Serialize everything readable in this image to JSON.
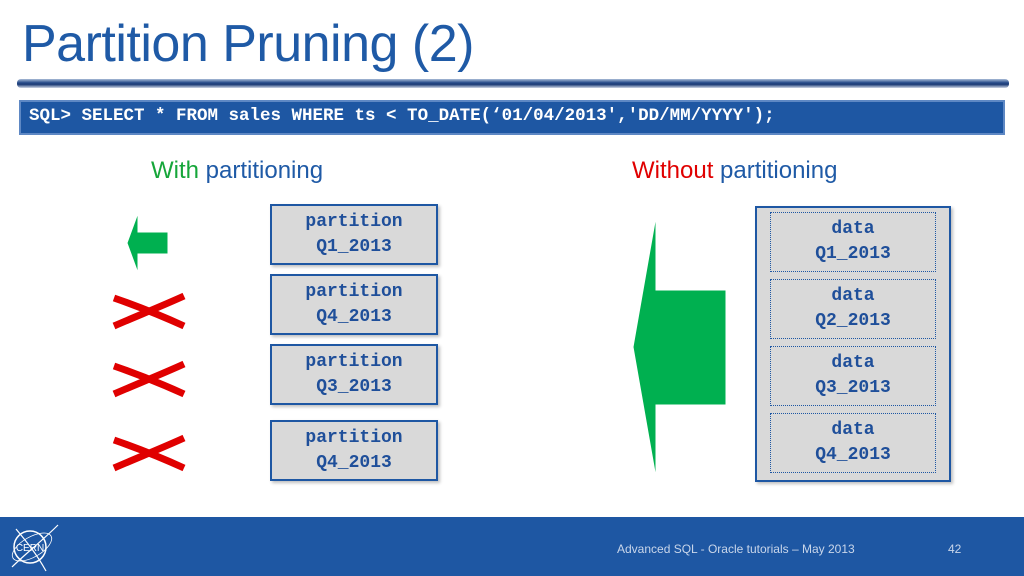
{
  "slide": {
    "title": "Partition Pruning (2)",
    "sql": "SQL> SELECT * FROM sales WHERE ts < TO_DATE(‘01/04/2013','DD/MM/YYYY');"
  },
  "left": {
    "heading_highlight": "With",
    "heading_rest": " partitioning",
    "partitions": [
      {
        "line1": "partition",
        "line2": "Q1_2013"
      },
      {
        "line1": "partition",
        "line2": "Q4_2013"
      },
      {
        "line1": "partition",
        "line2": "Q3_2013"
      },
      {
        "line1": "partition",
        "line2": "Q4_2013"
      }
    ]
  },
  "right": {
    "heading_highlight": "Without",
    "heading_rest": " partitioning",
    "data_blocks": [
      {
        "line1": "data",
        "line2": "Q1_2013"
      },
      {
        "line1": "data",
        "line2": "Q2_2013"
      },
      {
        "line1": "data",
        "line2": "Q3_2013"
      },
      {
        "line1": "data",
        "line2": "Q4_2013"
      }
    ]
  },
  "footer": {
    "logo_text": "CERN",
    "text": "Advanced SQL - Oracle tutorials – May 2013",
    "page": "42"
  },
  "colors": {
    "title_blue": "#1f5aa6",
    "bar_blue": "#1e57a3",
    "arrow_green": "#00b050",
    "cross_red": "#e00000",
    "with_green": "#16a63a",
    "without_red": "#e00000"
  }
}
